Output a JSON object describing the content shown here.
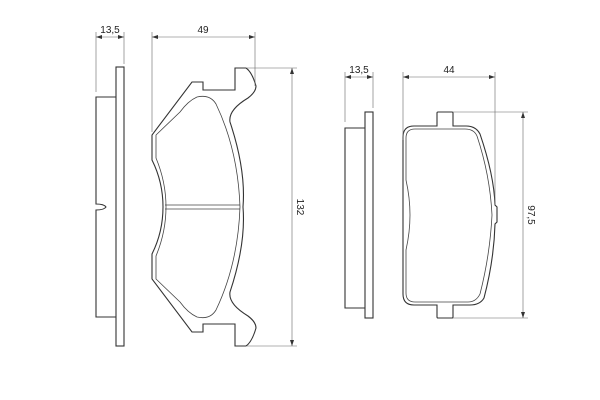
{
  "dimensions": {
    "pad1_thickness": "13,5",
    "pad1_width": "49",
    "pad1_height": "132",
    "pad2_thickness": "13,5",
    "pad2_width": "44",
    "pad2_height": "97,5"
  },
  "colors": {
    "line": "#333333",
    "background": "#ffffff"
  }
}
